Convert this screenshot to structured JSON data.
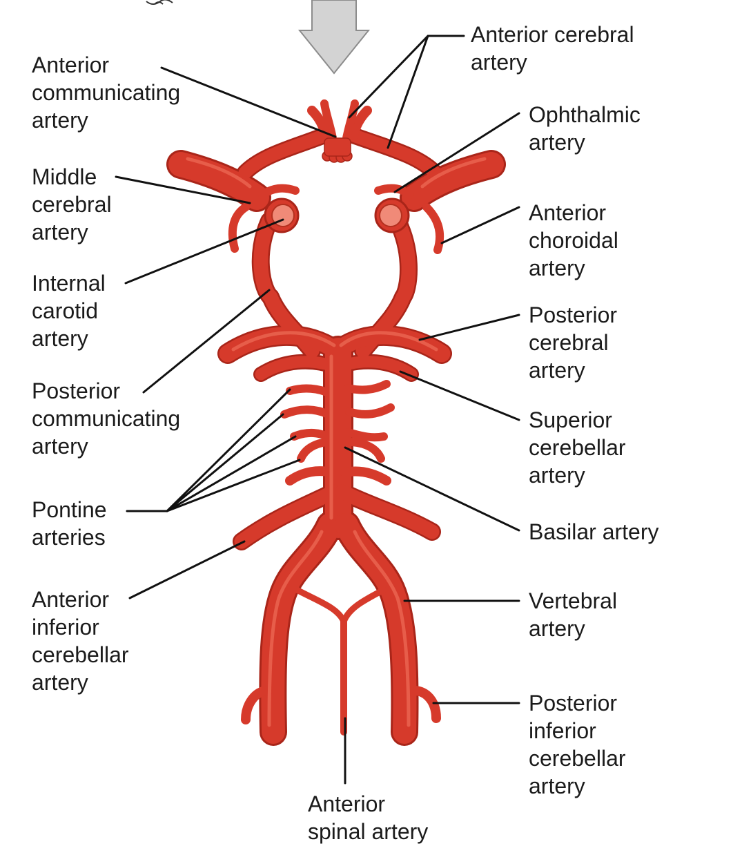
{
  "labels": {
    "anterior_cerebral": [
      "Anterior cerebral",
      "artery"
    ],
    "anterior_communicating": [
      "Anterior",
      "communicating",
      "artery"
    ],
    "ophthalmic": [
      "Ophthalmic",
      "artery"
    ],
    "middle_cerebral": [
      "Middle",
      "cerebral",
      "artery"
    ],
    "anterior_choroidal": [
      "Anterior",
      "choroidal",
      "artery"
    ],
    "internal_carotid": [
      "Internal",
      "carotid",
      "artery"
    ],
    "posterior_cerebral": [
      "Posterior",
      "cerebral",
      "artery"
    ],
    "posterior_communicating": [
      "Posterior",
      "communicating",
      "artery"
    ],
    "superior_cerebellar": [
      "Superior",
      "cerebellar",
      "artery"
    ],
    "pontine": [
      "Pontine",
      "arteries"
    ],
    "basilar": [
      "Basilar artery"
    ],
    "anterior_inferior_cerebellar": [
      "Anterior",
      "inferior",
      "cerebellar",
      "artery"
    ],
    "vertebral": [
      "Vertebral",
      "artery"
    ],
    "posterior_inferior_cerebellar": [
      "Posterior",
      "inferior",
      "cerebellar",
      "artery"
    ],
    "anterior_spinal": [
      "Anterior",
      "spinal artery"
    ]
  },
  "colors": {
    "artery_main": "#d63a2b",
    "artery_dark": "#a92519",
    "artery_highlight": "#ec6a55",
    "arrow_fill": "#d3d3d3",
    "arrow_stroke": "#8c8c8c",
    "leader_line": "#111111"
  }
}
